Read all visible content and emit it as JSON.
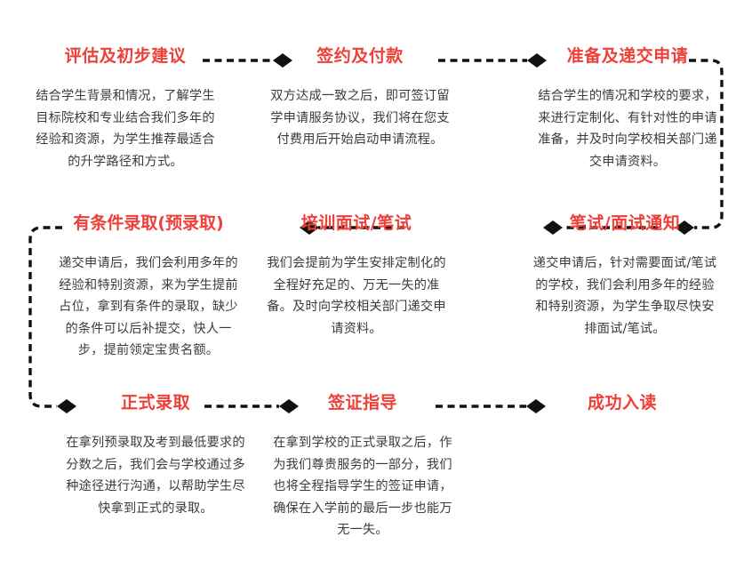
{
  "diagram": {
    "type": "process-flowchart",
    "title_color": "#ee4038",
    "body_color": "#3b3b3b",
    "connector_color": "#111111",
    "connector_style": "dashed-with-diamond-arrowheads",
    "background": "#ffffff",
    "flow_direction": "serpentine-boustrophedon",
    "steps": [
      {
        "index": 1,
        "row": 1,
        "title": "评估及初步建议",
        "body": "结合学生背景和情况，了解学生目标院校和专业结合我们多年的经验和资源，为学生推荐最适合的升学路径和方式。"
      },
      {
        "index": 2,
        "row": 1,
        "title": "签约及付款",
        "body": "双方达成一致之后，即可签订留学申请服务协议，我们将在您支付费用后开始启动申请流程。"
      },
      {
        "index": 3,
        "row": 1,
        "title": "准备及递交申请",
        "body": "结合学生的情况和学校的要求，来进行定制化、有针对性的申请准备，并及时向学校相关部门递交申请资料。"
      },
      {
        "index": 4,
        "row": 2,
        "title": "有条件录取(预录取)",
        "body": "递交申请后，我们会利用多年的经验和特别资源，来为学生提前占位，拿到有条件的录取，缺少的条件可以后补提交，快人一步，提前领定宝贵名额。"
      },
      {
        "index": 5,
        "row": 2,
        "title": "培训面试/笔试",
        "body": "我们会提前为学生安排定制化的全程好充足的、万无一失的准备。及时向学校相关部门递交申请资料。"
      },
      {
        "index": 6,
        "row": 2,
        "title": "笔试/面试通知",
        "body": "递交申请后，针对需要面试/笔试的学校，我们会利用多年的经验和特别资源，为学生争取尽快安排面试/笔试。"
      },
      {
        "index": 7,
        "row": 3,
        "title": "正式录取",
        "body": "在拿列预录取及考到最低要求的分数之后，我们会与学校通过多种途径进行沟通，以帮助学生尽快拿到正式的录取。"
      },
      {
        "index": 8,
        "row": 3,
        "title": "签证指导",
        "body": "在拿到学校的正式录取之后，作为我们尊贵服务的一部分，我们也将全程指导学生的签证申请，确保在入学前的最后一步也能万无一失。"
      },
      {
        "index": 9,
        "row": 3,
        "title": "成功入读",
        "body": ""
      }
    ],
    "connectors": [
      {
        "from": 1,
        "to": 2,
        "kind": "horizontal-right"
      },
      {
        "from": 2,
        "to": 3,
        "kind": "horizontal-right"
      },
      {
        "from": 3,
        "to": 4,
        "kind": "wrap-right-down"
      },
      {
        "from": 4,
        "to": 5,
        "kind": "horizontal-left"
      },
      {
        "from": 5,
        "to": 6,
        "kind": "horizontal-left"
      },
      {
        "from": 6,
        "to": 7,
        "kind": "wrap-left-down"
      },
      {
        "from": 7,
        "to": 8,
        "kind": "horizontal-right"
      },
      {
        "from": 8,
        "to": 9,
        "kind": "horizontal-right"
      }
    ]
  }
}
